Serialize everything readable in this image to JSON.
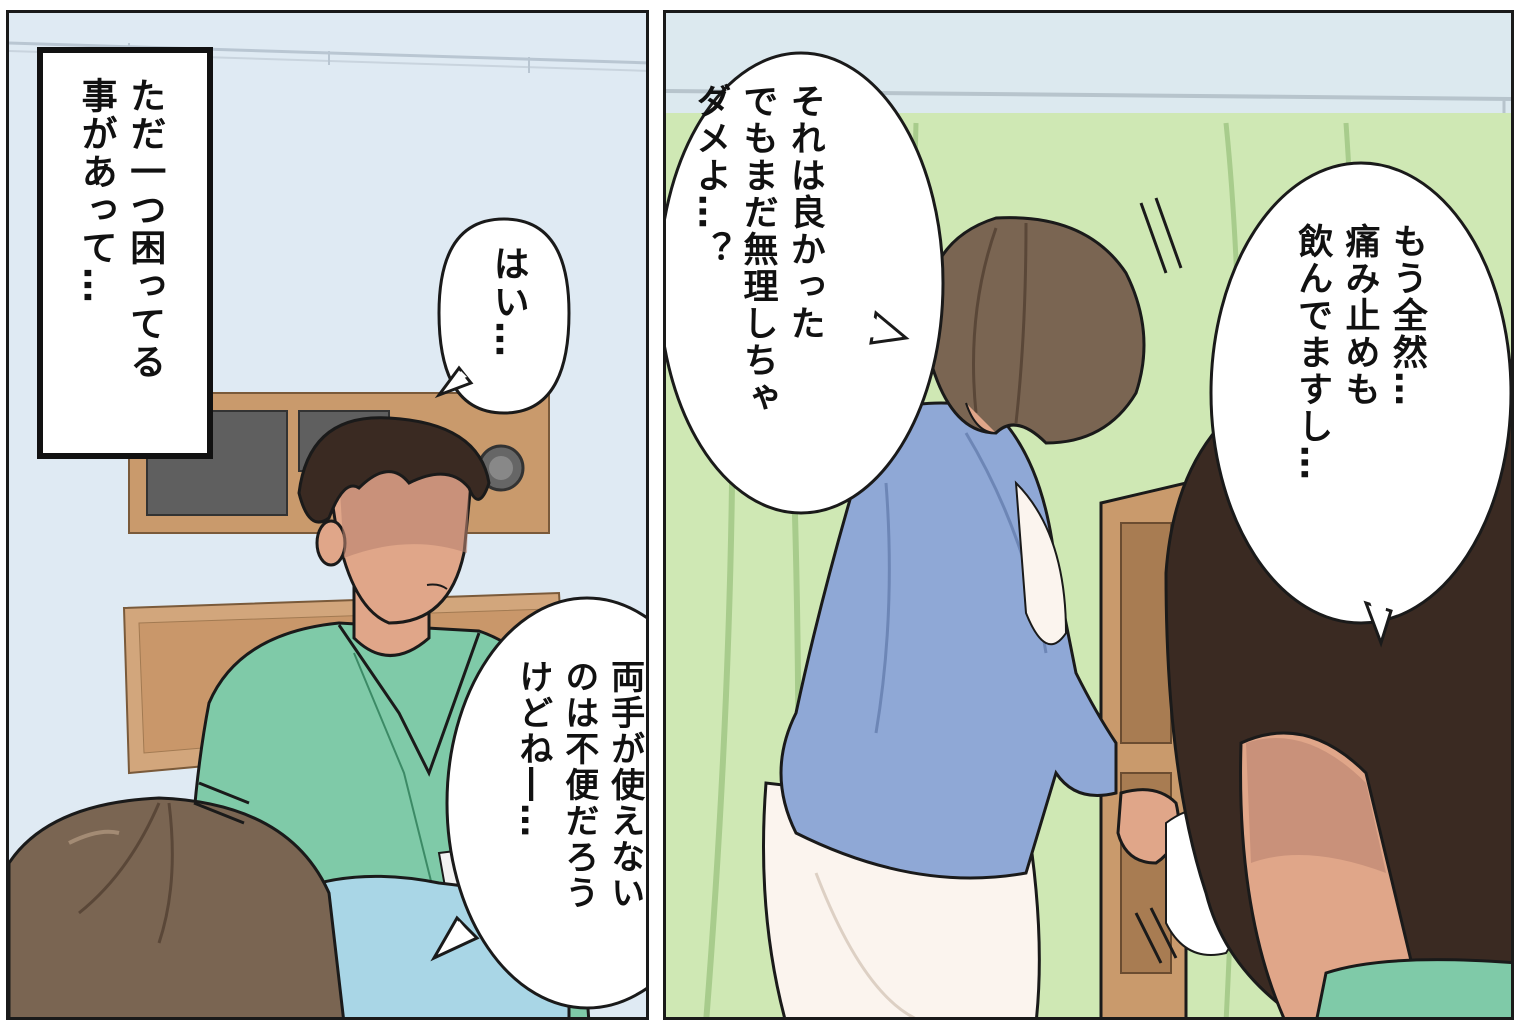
{
  "panels": [
    {
      "id": "left",
      "narration": "ただ一つ困ってる\n事があって…",
      "bubbles": [
        {
          "id": "hai",
          "text": "はい…"
        },
        {
          "id": "ryote",
          "text": "両手が使えない\nのは不便だろう\nけどね―…"
        }
      ]
    },
    {
      "id": "right",
      "bubbles": [
        {
          "id": "sore",
          "text": "それは良かった\nでもまだ無理しちゃ\nダメよ…？"
        },
        {
          "id": "mou",
          "text": "もう全然…\n痛み止めも\n飲んでますし…"
        }
      ]
    }
  ],
  "colors": {
    "ink": "#111111",
    "wall_left": "#dde9f2",
    "curtain": "#cfe8b4",
    "gown": "#7fcaa8",
    "cardigan": "#8fa8d6",
    "skin": "#e0a689",
    "hair_dark": "#3a2a22",
    "hair_brown": "#7a6552",
    "wood": "#c99a6c"
  }
}
